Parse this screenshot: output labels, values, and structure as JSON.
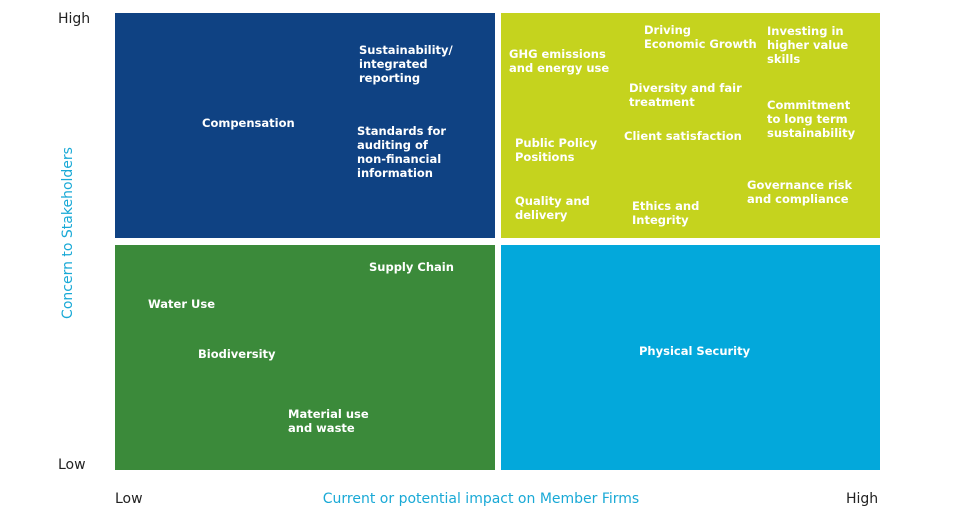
{
  "axes": {
    "y_high": "High",
    "y_low": "Low",
    "y_title": "Concern to Stakeholders",
    "x_low": "Low",
    "x_high": "High",
    "x_title": "Current or potential impact on Member Firms"
  },
  "colors": {
    "top_left": "#0f4283",
    "top_right": "#c5d31e",
    "bottom_left": "#3b8a3a",
    "bottom_right": "#03a8db",
    "axis_title": "#19a9d6"
  },
  "quadrants": {
    "top_left": {
      "items": [
        "Sustainability/\nintegrated\nreporting",
        "Compensation",
        "Standards for\nauditing of\nnon-financial\ninformation"
      ]
    },
    "top_right": {
      "items": [
        "GHG emissions\nand energy use",
        "Driving\nEconomic Growth",
        "Investing in\nhigher value\nskills",
        "Diversity and fair\ntreatment",
        "Commitment\nto long term\nsustainability",
        "Client satisfaction",
        "Public Policy\nPositions",
        "Governance risk\nand compliance",
        "Quality and\ndelivery",
        "Ethics and\nIntegrity"
      ]
    },
    "bottom_left": {
      "items": [
        "Supply Chain",
        "Water Use",
        "Biodiversity",
        "Material use\nand waste"
      ]
    },
    "bottom_right": {
      "items": [
        "Physical Security"
      ]
    }
  }
}
